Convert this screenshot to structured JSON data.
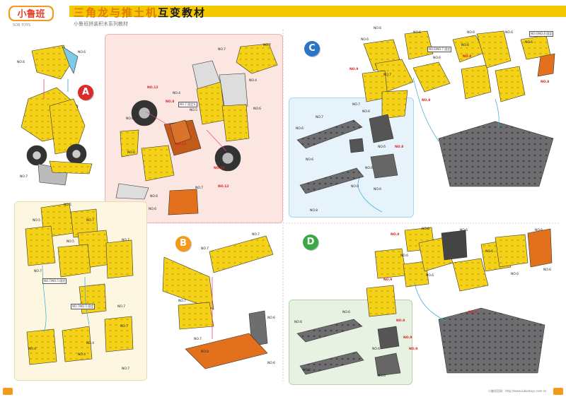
{
  "header": {
    "title_part1": "三角龙与推土机",
    "title_part2": "互变教材",
    "subtitle": "小鲁班拼装积木系列教材",
    "brand_small": "SOB TOYS"
  },
  "steps": {
    "A": "A",
    "B": "B",
    "C": "C",
    "D": "D"
  },
  "colors": {
    "yellow": "#f5d21a",
    "orange": "#e3701d",
    "gray": "#6e6e70",
    "accent_red": "#dd2b2b",
    "connector_blue": "#36a8d8",
    "connector_pink": "#e64a8c"
  },
  "labels": {
    "a_no6": "NO.6",
    "a_no7": "NO.7",
    "p_no7a": "NO.7",
    "p_no7b": "NO.7",
    "p_no4": "NO.4",
    "p_no4b": "NO.4",
    "p_no5": "NO.5",
    "p_no6a": "NO.6",
    "p_no6b": "NO.6",
    "p_no6c": "NO.6",
    "p_no12a": "NO.12",
    "p_no8": "NO.8",
    "p_no11a": "NO.11",
    "p_no11b": "NO.11",
    "p_no12b": "NO.12",
    "p_no6d": "NO.6",
    "p_no7c": "NO.7",
    "p_no6e": "NO.6",
    "p_note": "NO.7 固定孔",
    "c_no6a": "NO.6",
    "c_no6b": "NO.6",
    "c_no6c": "NO.6",
    "c_no7": "NO.7",
    "c_no9": "NO.9",
    "c_no6d": "NO.6",
    "c_no8": "NO.8",
    "c_no6e": "NO.6",
    "c_no6f": "NO.6",
    "c_no6g": "NO.6",
    "c_no6h": "NO.6",
    "c_no9b": "NO.9",
    "c_note1": "NO.6/NO.7 固定",
    "c_note2": "NO.6/NO.8 固定",
    "c_no8b": "NO.8",
    "bl_no7a": "NO.7",
    "bl_no7b": "NO.7",
    "bl_no6a": "NO.6",
    "bl_no6b": "NO.6",
    "bl_no6c": "NO.6",
    "bl_no8a": "NO.8",
    "bl_no6d": "NO.6",
    "bl_no8b": "NO.8",
    "bl_no6e": "NO.6",
    "bl_no6f": "NO.6",
    "bl_no6g": "NO.6",
    "bl_no8c": "NO.8",
    "cr_no5a": "NO.5",
    "cr_no5b": "NO.5",
    "cr_no7a": "NO.7",
    "cr_no5c": "NO.5",
    "cr_no7b": "NO.7",
    "cr_no7c": "NO.7",
    "cr_no7d": "NO.7",
    "cr_no4a": "NO.4",
    "cr_no4b": "NO.4",
    "cr_no7e": "NO.7",
    "cr_no7f": "NO.7",
    "cr_no4c": "NO.4",
    "cr_note1": "NO.7/NO.5 固定",
    "cr_note2": "NO.7/NO.5 固定",
    "b_no7a": "NO.7",
    "b_no7b": "NO.7",
    "b_no7c": "NO.7",
    "b_no7d": "NO.7",
    "b_no6a": "NO.6",
    "b_no8": "NO.8",
    "b_no6b": "NO.6",
    "d_no8a": "NO.8",
    "d_no6a": "NO.6",
    "d_no6b": "NO.6",
    "d_no6c": "NO.6",
    "d_no6d": "NO.6",
    "d_no6e": "NO.6",
    "d_no9a": "NO.9",
    "d_no6f": "NO.6",
    "d_no6g": "NO.6",
    "d_no9b": "NO.9",
    "d_no6h": "NO.6",
    "d_no9c": "NO.9",
    "g_no6a": "NO.6",
    "g_no6b": "NO.6",
    "g_no9a": "NO.9",
    "g_no6c": "NO.6",
    "g_no9b": "NO.9",
    "g_no6d": "NO.6",
    "g_no6e": "NO.6"
  },
  "footer": {
    "url": "小鲁班官网：http://www.lubantoys.com.cn"
  }
}
